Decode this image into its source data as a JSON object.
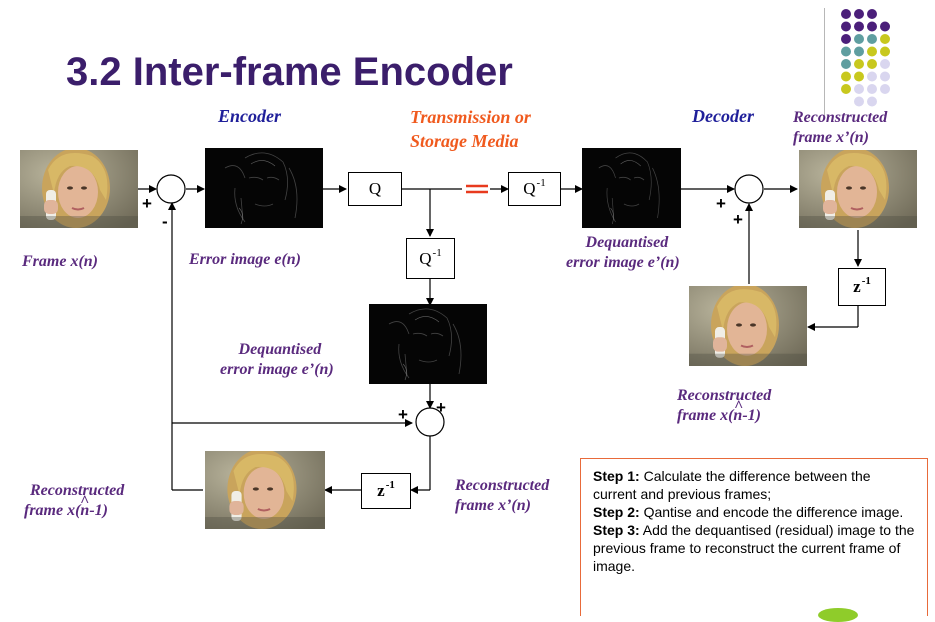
{
  "title": "3.2 Inter-frame Encoder",
  "headers": {
    "encoder": "Encoder",
    "media_line1": "Transmission or",
    "media_line2": "Storage  Media",
    "decoder": "Decoder",
    "recon_top_line1": "Reconstructed",
    "recon_top_line2": "frame x’(n)"
  },
  "labels": {
    "frame": "Frame x(n)",
    "error_image": "Error image e(n)",
    "dequant_right_line1": "Dequantised",
    "dequant_right_line2": "error image e’(n)",
    "dequant_mid_line1": "Dequantised",
    "dequant_mid_line2": "error image e’(n)",
    "recon_right_line1": "Reconstructed",
    "recon_right_line2": "frame x(n-1)",
    "recon_left_line1": "Reconstructed",
    "recon_left_line2": "frame x(n-1)",
    "recon_mid_line1": "Reconstructed",
    "recon_mid_line2": "frame x’(n)",
    "hat": "^"
  },
  "blocks": {
    "q": "Q",
    "q_inv_base": "Q",
    "q_inv_exp": "-1",
    "z_base": "z",
    "z_exp": "-1"
  },
  "signs": {
    "plus": "+",
    "minus": "-"
  },
  "steps": [
    {
      "label": "Step 1:",
      "text": " Calculate the difference between the current and previous frames;"
    },
    {
      "label": "Step 2:",
      "text": " Qantise and encode the difference image."
    },
    {
      "label": "Step 3:",
      "text": " Add the dequantised (residual) image to the previous frame to reconstruct the current frame of image."
    }
  ],
  "colors": {
    "title": "#3b1e6b",
    "labels": "#5a2a7e",
    "headers": "#1f1f9a",
    "media": "#f05a1e",
    "dot_purple": "#4b1f7a",
    "dot_teal": "#5f9ea0",
    "dot_yellow": "#c8c81e",
    "dot_lavender": "#d9d6ef"
  }
}
